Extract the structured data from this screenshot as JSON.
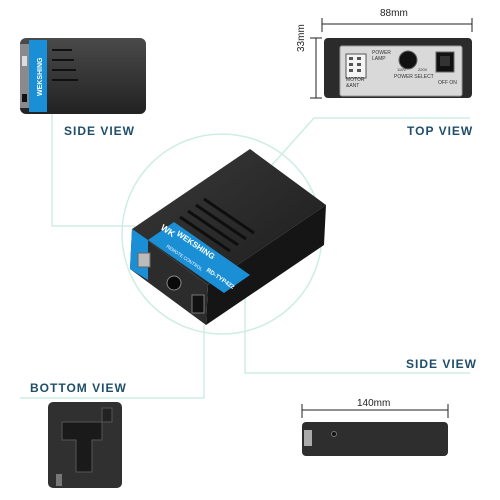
{
  "labels": {
    "side_view_top": "SIDE VIEW",
    "top_view": "TOP VIEW",
    "side_view_bottom": "SIDE  VIEW",
    "bottom_view": "BOTTOM VIEW"
  },
  "dimensions": {
    "width_top": "88mm",
    "height_side": "33mm",
    "length_bottom": "140mm"
  },
  "panel_labels": {
    "power_lamp": "POWER\nLAMP",
    "motor_ant": "MOTOR\n&ANT",
    "power_select": "POWER SELECT",
    "v110": "110V",
    "v220": "220V",
    "off_on": "OFF ON"
  },
  "brand": {
    "logo_text": "WK",
    "name": "WEKSHING",
    "subtitle": "REMOTE CONTROL",
    "model": "RD-TYP422"
  },
  "colors": {
    "accent": "#1a8fd6",
    "body_dark": "#2a2a2a",
    "guide_line": "#bfe3d6",
    "label": "#1f4e6b"
  }
}
